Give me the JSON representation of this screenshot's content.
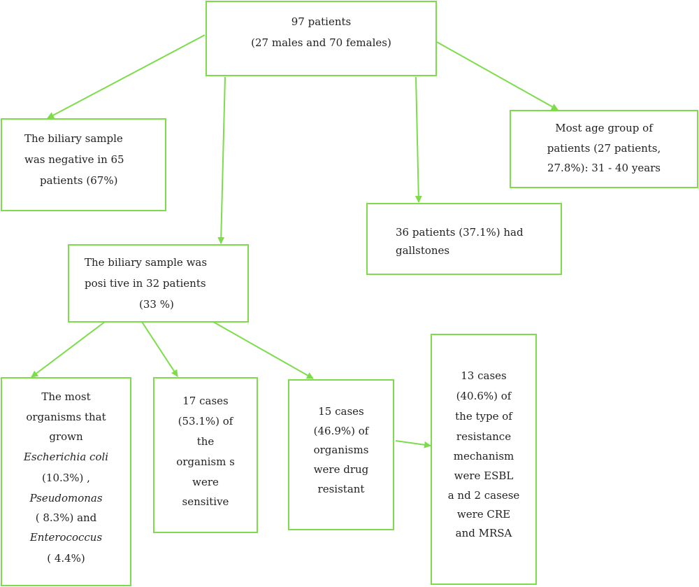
{
  "colors": {
    "accent": "#7ddc4a",
    "text": "#222222"
  },
  "nodes": {
    "root": {
      "lines": [
        "97 patients",
        "(27 males and 70 females)"
      ]
    },
    "negative": {
      "lines": [
        "The biliary sample",
        "was negative in 65",
        "patients (67%)"
      ]
    },
    "age": {
      "lines": [
        "Most age group of",
        "patients (27 patients,",
        "27.8%): 31 - 40 years"
      ]
    },
    "gallstones": {
      "lines": [
        "36 patients (37.1%) had",
        "gallstones"
      ]
    },
    "positive": {
      "lines": [
        "The biliary sample was",
        "posi tive in 32 patients",
        "(33 %)"
      ]
    },
    "organisms": {
      "lines": [
        "The most",
        "organisms that",
        "grown",
        "Escherichia coli",
        "(10.3%) ,",
        "Pseudomonas",
        "( 8.3%) and",
        "Enterococcus",
        "( 4.4%)"
      ]
    },
    "sensitive": {
      "lines": [
        "17 cases",
        "(53.1%) of",
        "the",
        "organism s",
        "were",
        "sensitive"
      ]
    },
    "resistant": {
      "lines": [
        "15 cases",
        "(46.9%) of",
        "organisms",
        "were drug",
        "resistant"
      ]
    },
    "mechanism": {
      "lines": [
        "13 cases",
        "(40.6%) of",
        "the  type of",
        "resistance",
        "mechanism",
        "were   ESBL",
        "a nd 2 casese",
        "were CRE",
        "and   MRSA"
      ]
    }
  }
}
